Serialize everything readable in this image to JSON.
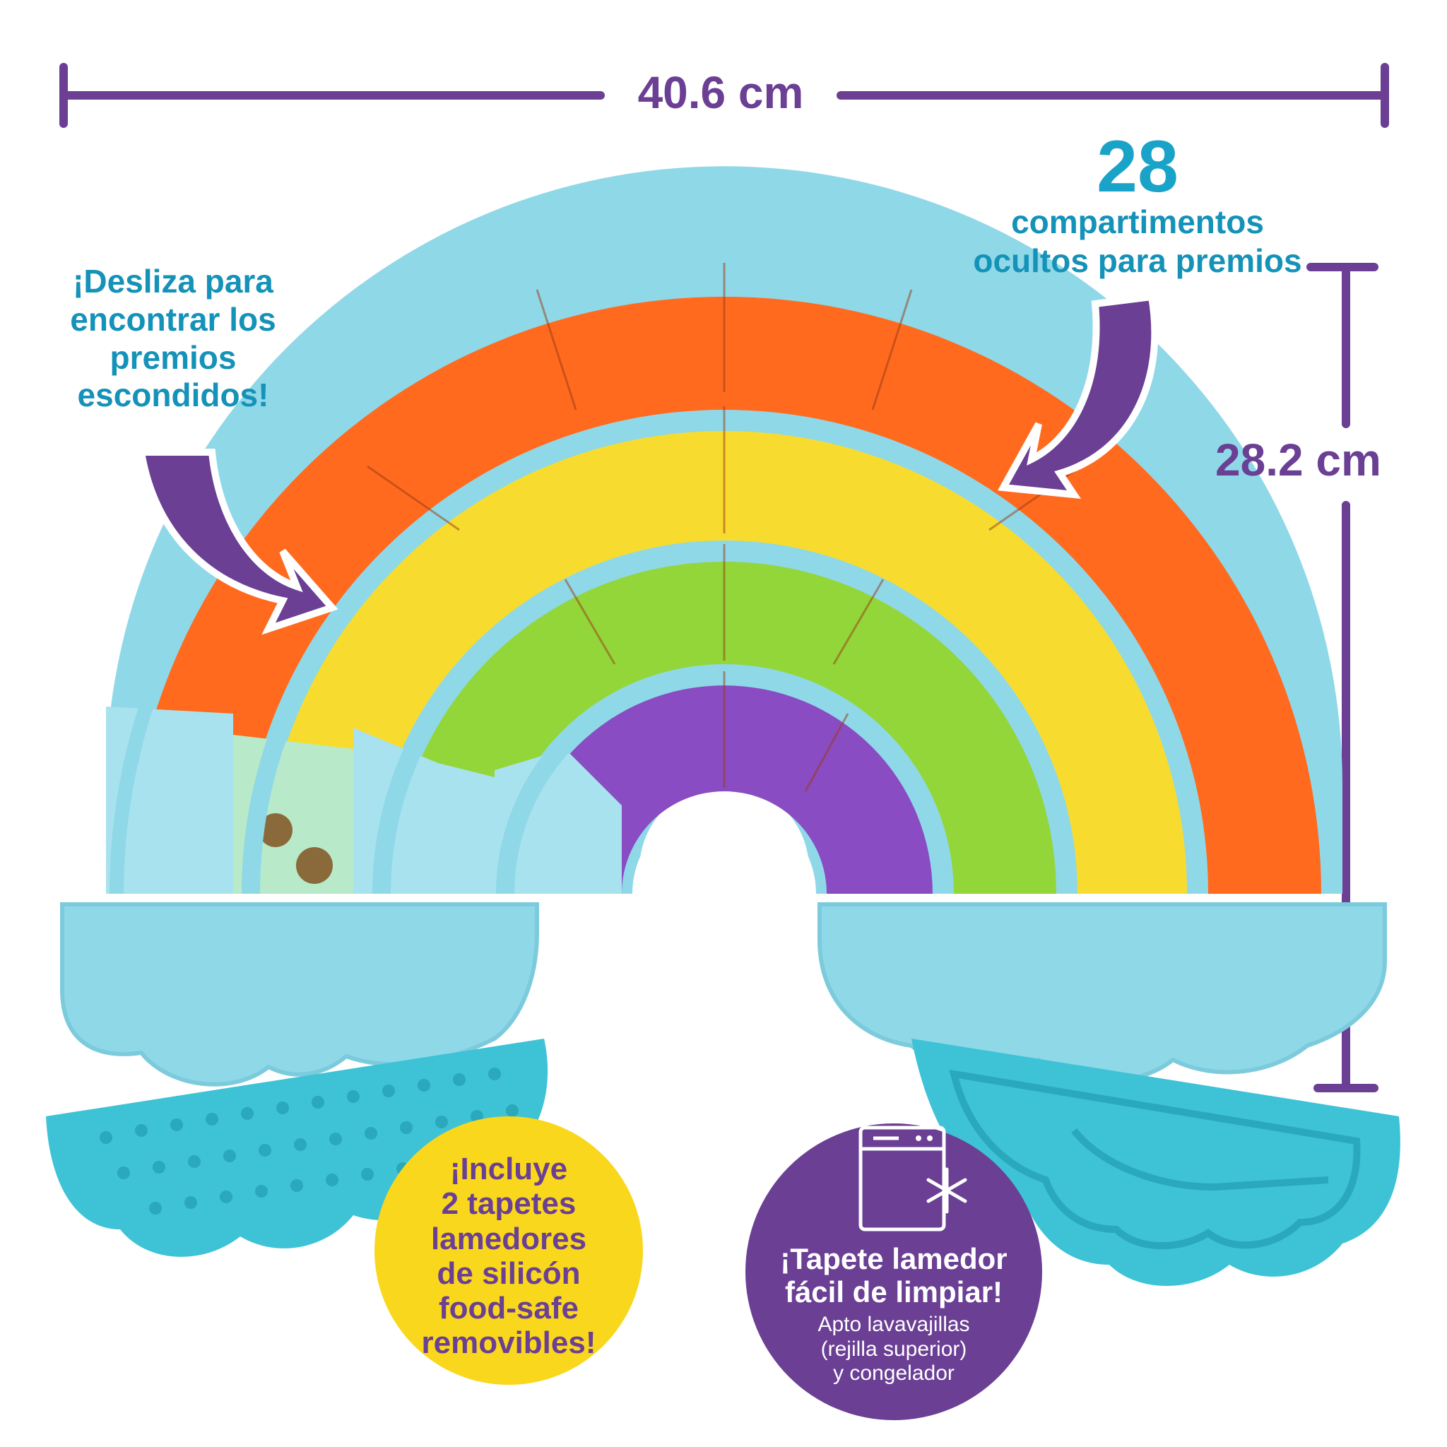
{
  "dimensions": {
    "width_label": "40.6 cm",
    "height_label": "28.2 cm"
  },
  "compartments": {
    "count": "28",
    "line1": "compartimentos",
    "line2": "ocultos para premios"
  },
  "slide_callout": {
    "lines": [
      "¡Desliza para",
      "encontrar los",
      "premios",
      "escondidos!"
    ]
  },
  "badge_included": {
    "lines": [
      "¡Incluye",
      "2 tapetes",
      "lamedores",
      "de silicón",
      "food-safe",
      "removibles!"
    ]
  },
  "badge_clean": {
    "title_lines": [
      "¡Tapete lamedor",
      "fácil de limpiar!"
    ],
    "sub_lines": [
      "Apto lavavajillas",
      "(rejilla superior)",
      "y congelador"
    ]
  },
  "icons": {
    "dishwasher": "dishwasher-icon",
    "snowflake": "snowflake-icon"
  },
  "colors": {
    "dimension_purple": "#6a3f94",
    "callout_teal": "#1592b8",
    "tray_blue": "#8fd8e8",
    "orange": "#ff6a1f",
    "yellow": "#f7dc2f",
    "green": "#93d63a",
    "violet": "#8a4cc2",
    "badge_yellow": "#f9d71c",
    "badge_purple": "#6a3f94"
  }
}
